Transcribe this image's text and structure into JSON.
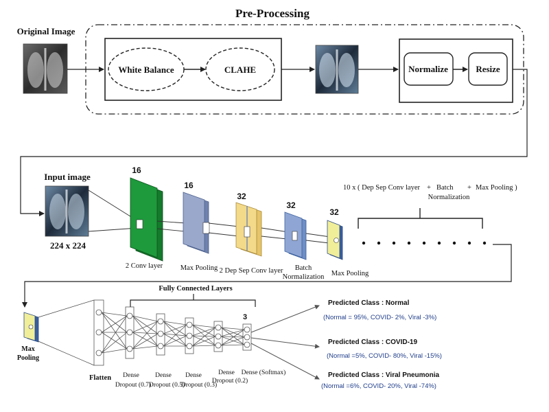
{
  "preprocessing": {
    "title": "Pre-Processing",
    "original_image_label": "Original Image",
    "white_balance": "White Balance",
    "clahe": "CLAHE",
    "normalize": "Normalize",
    "resize": "Resize"
  },
  "cnn": {
    "input_label": "Input image",
    "input_size": "224 x 224",
    "layers": [
      {
        "depth": "16",
        "label": "2 Conv layer"
      },
      {
        "depth": "16",
        "label": "Max Pooling"
      },
      {
        "depth": "32",
        "label": "2 Dep Sep Conv layer"
      },
      {
        "depth": "32",
        "label_line1": "Batch",
        "label_line2": "Normalization"
      },
      {
        "depth": "32",
        "label": "Max Pooling"
      }
    ],
    "repeat_text_1": "10 x ( Dep Sep Conv layer",
    "repeat_plus_1": "+",
    "repeat_text_2": "Batch",
    "repeat_text_3": "Normalization",
    "repeat_plus_2": "+",
    "repeat_text_4": "Max Pooling )"
  },
  "fc": {
    "maxpool_label_line1": "Max",
    "maxpool_label_line2": "Pooling",
    "flatten": "Flatten",
    "fully_connected_title": "Fully Connected Layers",
    "output_size": "3",
    "dense_labels": [
      "Dense",
      "Dense",
      "Dense",
      "Dense",
      "Dense (Softmax)"
    ],
    "dropout_labels": [
      "Dropout (0.7)",
      "Dropout (0.5)",
      "Dropout (0.3)",
      "Dropout (0.2)"
    ]
  },
  "predictions": [
    {
      "title": "Predicted Class : Normal",
      "detail": "(Normal = 95%, COVID- 2%, Viral -3%)"
    },
    {
      "title": "Predicted Class : COVID-19",
      "detail": "(Normal =5%, COVID- 80%, Viral -15%)"
    },
    {
      "title": "Predicted Class : Viral Pneumonia",
      "detail": "(Normal =6%, COVID- 20%, Viral -74%)"
    }
  ],
  "colors": {
    "conv_green": "#1e9a3c",
    "pool_blue_gray": "#9aa8cc",
    "sepconv_yellow": "#f3d98a",
    "batchnorm_blue": "#8fa6d4",
    "maxpool_yellow": "#f1ee9a",
    "cube_edge": "#3a5f9e",
    "prediction_text": "#1f3d8a"
  }
}
